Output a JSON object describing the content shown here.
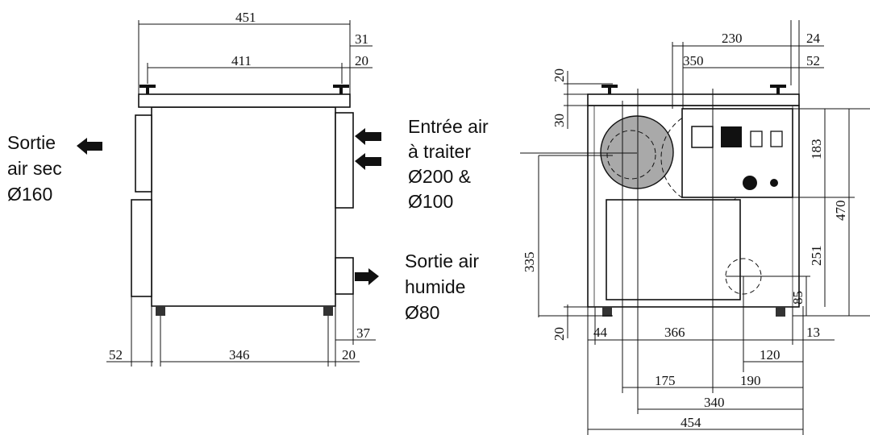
{
  "left_view": {
    "dims": {
      "top_width": "451",
      "top_right_1": "31",
      "inner_width": "411",
      "top_right_2": "20",
      "side_left": "52",
      "bottom_width": "346",
      "bottom_right_1": "37",
      "bottom_right_2": "20"
    },
    "labels": {
      "outlet_dry_1": "Sortie",
      "outlet_dry_2": "air sec",
      "outlet_dry_3": "Ø160",
      "inlet_1": "Entrée air",
      "inlet_2": "à traiter",
      "inlet_3": "Ø200 &",
      "inlet_4": "Ø100",
      "outlet_wet_1": "Sortie air",
      "outlet_wet_2": "humide",
      "outlet_wet_3": "Ø80"
    }
  },
  "right_view": {
    "dims": {
      "d230": "230",
      "d24": "24",
      "d350": "350",
      "d52": "52",
      "d20_top": "20",
      "d30": "30",
      "d183": "183",
      "d470": "470",
      "d335": "335",
      "d251": "251",
      "d85": "85",
      "d20_bottom": "20",
      "d44": "44",
      "d366": "366",
      "d13": "13",
      "d120": "120",
      "d175": "175",
      "d190": "190",
      "d340": "340",
      "d454": "454"
    }
  }
}
